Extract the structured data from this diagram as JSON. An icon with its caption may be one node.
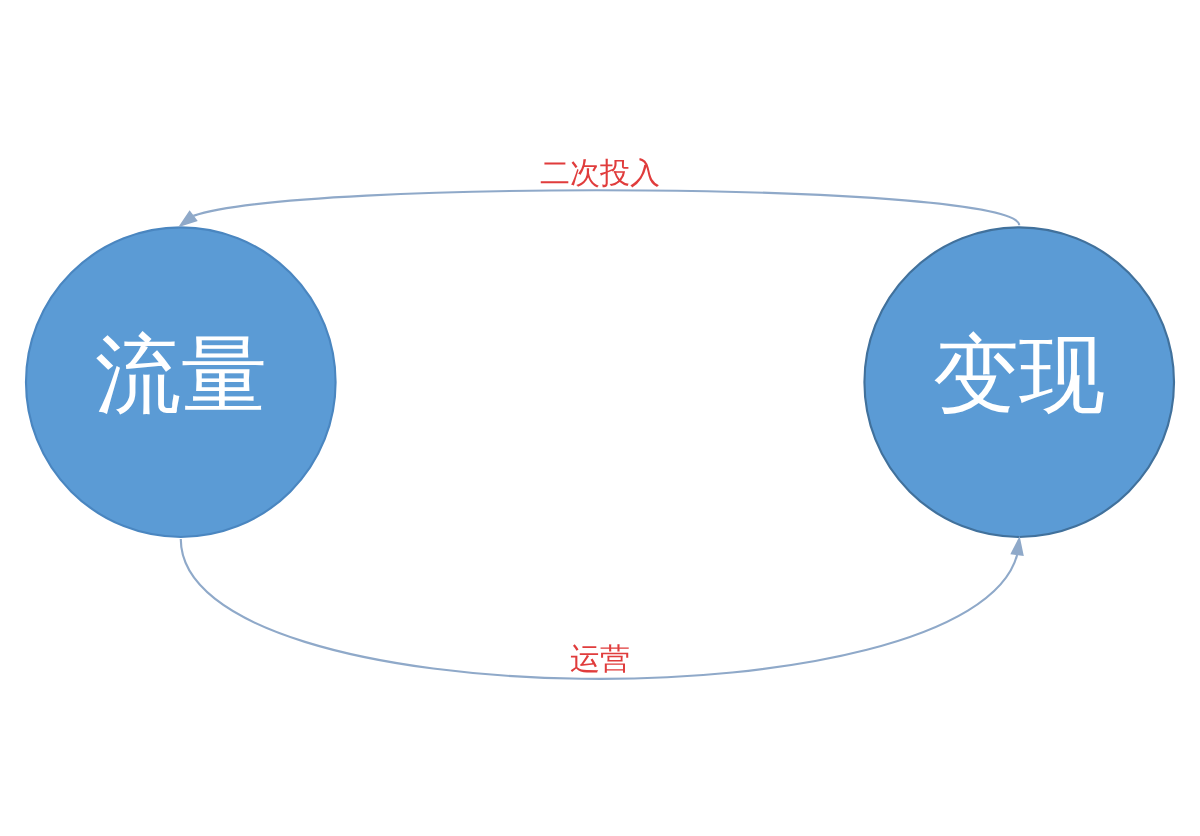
{
  "diagram": {
    "nodes": [
      {
        "text": [
          "流量"
        ]
      },
      {
        "text": [
          "变现"
        ]
      }
    ],
    "edges": [
      {
        "from": 1,
        "to": 0,
        "arrow": "to",
        "label": "二次投入"
      },
      {
        "from": 0,
        "to": 1,
        "arrow": "to",
        "label": "运营"
      }
    ]
  }
}
